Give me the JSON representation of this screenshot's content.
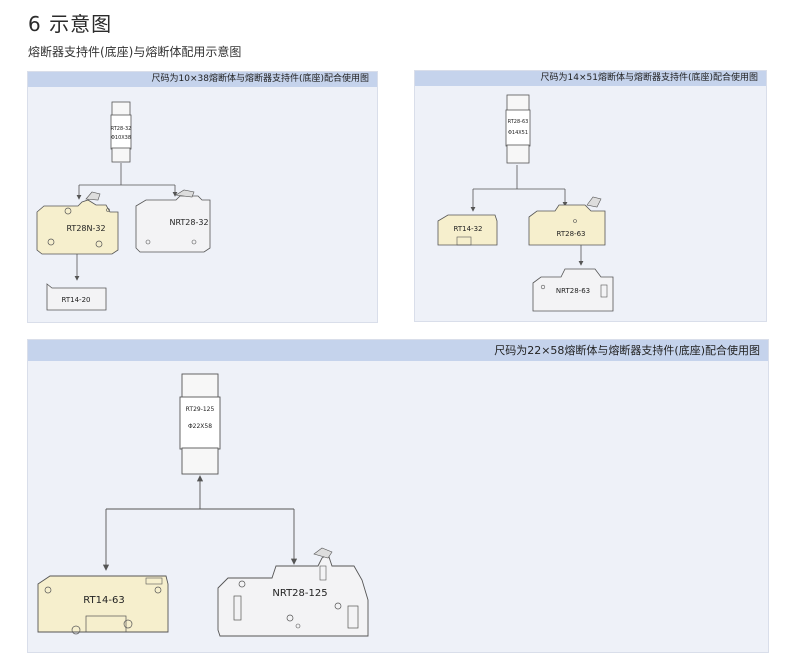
{
  "page": {
    "section_title": "6 示意图",
    "subtitle": "熔断器支持件(底座)与熔断体配用示意图"
  },
  "panels": [
    {
      "header": "尺码为10×38熔断体与熔断器支持件(底座)配合使用图",
      "fuse_label": "RT28-32",
      "fuse_size": "Φ10X38",
      "holders": [
        "RT28N-32",
        "NRT28-32",
        "RT14-20"
      ]
    },
    {
      "header": "尺码为14×51熔断体与熔断器支持件(底座)配合使用图",
      "fuse_label": "RT28-63",
      "fuse_size": "Φ14X51",
      "holders": [
        "RT14-32",
        "RT28-63",
        "NRT28-63"
      ]
    },
    {
      "header": "尺码为22×58熔断体与熔断器支持件(底座)配合使用图",
      "fuse_label": "RT29-125",
      "fuse_size": "Φ22X58",
      "holders": [
        "RT14-63",
        "NRT28-125"
      ]
    }
  ],
  "colors": {
    "panel_bg": "#eef1f8",
    "panel_header": "#c5d3ec",
    "holder_fill": "#f6efcd",
    "gray_fill": "#f2f2f4",
    "line": "#555555"
  }
}
